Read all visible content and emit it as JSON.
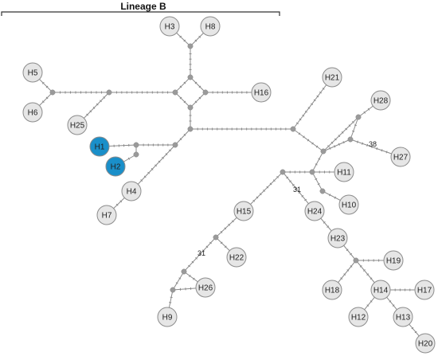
{
  "lineage": {
    "label": "Lineage B"
  },
  "colors": {
    "highlight": "#1a8fc9",
    "node": "#e6e6e6",
    "median": "#9a9a9a"
  },
  "haplotypes": [
    {
      "id": "H1",
      "highlight": true
    },
    {
      "id": "H2",
      "highlight": true
    },
    {
      "id": "H3"
    },
    {
      "id": "H4"
    },
    {
      "id": "H5"
    },
    {
      "id": "H6"
    },
    {
      "id": "H7"
    },
    {
      "id": "H8"
    },
    {
      "id": "H9"
    },
    {
      "id": "H10"
    },
    {
      "id": "H11"
    },
    {
      "id": "H12"
    },
    {
      "id": "H13"
    },
    {
      "id": "H14"
    },
    {
      "id": "H15"
    },
    {
      "id": "H16"
    },
    {
      "id": "H17"
    },
    {
      "id": "H18"
    },
    {
      "id": "H19"
    },
    {
      "id": "H20"
    },
    {
      "id": "H21"
    },
    {
      "id": "H22"
    },
    {
      "id": "H23"
    },
    {
      "id": "H24"
    },
    {
      "id": "H25"
    },
    {
      "id": "H26"
    },
    {
      "id": "H27"
    },
    {
      "id": "H28"
    }
  ],
  "median_vectors": [
    "m1",
    "m2",
    "m3",
    "m4",
    "m5",
    "m6",
    "m7",
    "m8",
    "m9",
    "m10",
    "m11",
    "m12",
    "m13",
    "m14",
    "m15",
    "m16",
    "m17",
    "m18",
    "m19",
    "m20",
    "m21",
    "m22"
  ],
  "edges": [
    [
      "H5",
      "m1"
    ],
    [
      "H6",
      "m1"
    ],
    [
      "m1",
      "m2"
    ],
    [
      "m2",
      "H25"
    ],
    [
      "m2",
      "m4"
    ],
    [
      "H3",
      "m3"
    ],
    [
      "H8",
      "m3"
    ],
    [
      "m3",
      "m5"
    ],
    [
      "m5",
      "m4"
    ],
    [
      "m5",
      "m6"
    ],
    [
      "m4",
      "m7"
    ],
    [
      "m6",
      "m7"
    ],
    [
      "m6",
      "H16"
    ],
    [
      "m7",
      "m8"
    ],
    [
      "m8",
      "m9"
    ],
    [
      "m9",
      "m10"
    ],
    [
      "m10",
      "H1"
    ],
    [
      "m10",
      "m11"
    ],
    [
      "m11",
      "H2"
    ],
    [
      "m9",
      "H4"
    ],
    [
      "H4",
      "H7"
    ],
    [
      "m8",
      "m12"
    ],
    [
      "m12",
      "H21"
    ],
    [
      "m12",
      "m13"
    ],
    [
      "H28",
      "m14"
    ],
    [
      "m14",
      "m13"
    ],
    [
      "m14",
      "m15"
    ],
    [
      "m15",
      "H27"
    ],
    [
      "m15",
      "m13"
    ],
    [
      "m13",
      "m16"
    ],
    [
      "m16",
      "m17"
    ],
    [
      "m16",
      "H11"
    ],
    [
      "m16",
      "m18"
    ],
    [
      "m18",
      "H10"
    ],
    [
      "m17",
      "H24"
    ],
    [
      "m17",
      "H15"
    ],
    [
      "H24",
      "H23"
    ],
    [
      "H23",
      "m19"
    ],
    [
      "m19",
      "H19"
    ],
    [
      "m19",
      "H18"
    ],
    [
      "m19",
      "H14"
    ],
    [
      "H14",
      "H17"
    ],
    [
      "H14",
      "H12"
    ],
    [
      "H14",
      "H13"
    ],
    [
      "H13",
      "H20"
    ],
    [
      "H15",
      "m20"
    ],
    [
      "m20",
      "H22"
    ],
    [
      "m20",
      "m21"
    ],
    [
      "m21",
      "m22"
    ],
    [
      "m21",
      "H26"
    ],
    [
      "m22",
      "H26"
    ],
    [
      "m22",
      "H9"
    ]
  ],
  "edge_labels": [
    {
      "edge": [
        "H27",
        "m15"
      ],
      "text": "38"
    },
    {
      "edge": [
        "m17",
        "H24"
      ],
      "text": "31"
    },
    {
      "edge": [
        "m20",
        "m21"
      ],
      "text": "31"
    }
  ]
}
